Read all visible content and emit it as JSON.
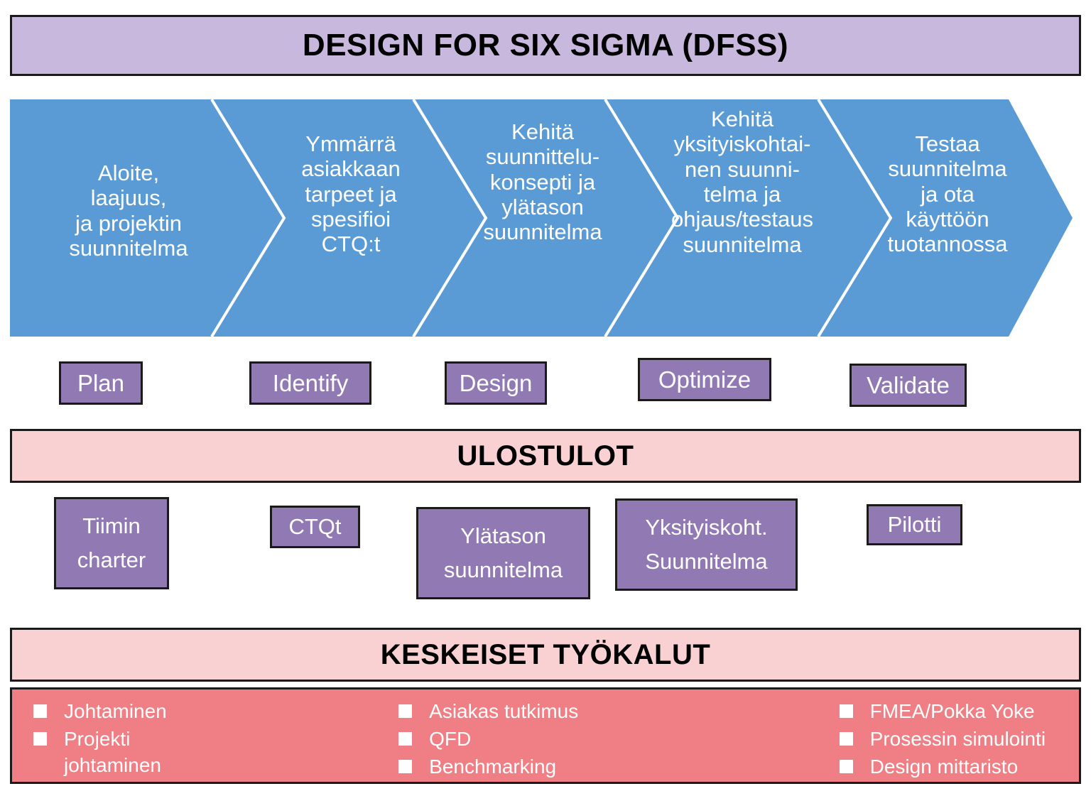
{
  "title_banner": {
    "text": "DESIGN FOR SIX SIGMA (DFSS)"
  },
  "process": {
    "steps": [
      {
        "text": "Aloite,\nlaajuus,\nja projektin\nsuunnitelma"
      },
      {
        "text": "Ymmärrä\nasiakkaan\ntarpeet ja\nspesifioi\nCTQ:t"
      },
      {
        "text": "Kehitä\nsuunnittelu-\nkonsepti ja\nylätason\nsuunnitelma"
      },
      {
        "text": "Kehitä\nyksityiskohtai-\nnen suunni-\ntelma ja\nohjaus/testaus\nsuunnitelma"
      },
      {
        "text": "Testaa\nsuunnitelma\nja ota\nkäyttöön\ntuotannossa"
      }
    ]
  },
  "phases": [
    {
      "label": "Plan"
    },
    {
      "label": "Identify"
    },
    {
      "label": "Design"
    },
    {
      "label": "Optimize"
    },
    {
      "label": "Validate"
    }
  ],
  "outputs_banner": {
    "text": "ULOSTULOT"
  },
  "outputs": [
    {
      "label": "Tiimin\ncharter"
    },
    {
      "label": "CTQt"
    },
    {
      "label": "Ylätason\nsuunnitelma"
    },
    {
      "label": "Yksityiskoht.\nSuunnitelma"
    },
    {
      "label": "Pilotti"
    }
  ],
  "tools_banner": {
    "text": "KESKEISET TYÖKALUT"
  },
  "tools_columns": [
    {
      "items": [
        {
          "label": "Johtaminen"
        },
        {
          "label": "Projekti\njohtaminen"
        }
      ]
    },
    {
      "items": [
        {
          "label": "Asiakas tutkimus"
        },
        {
          "label": "QFD"
        },
        {
          "label": "Benchmarking"
        }
      ]
    },
    {
      "items": [
        {
          "label": "FMEA/Pokka Yoke"
        },
        {
          "label": "Prosessin simulointi"
        },
        {
          "label": "Design mittaristo"
        }
      ]
    }
  ],
  "colors": {
    "title_band": "#c9b8dd",
    "chevron_blue": "#5b9bd5",
    "box_purple": "#9179b4",
    "section_band_pink": "#fad1d3",
    "tools_panel_red": "#ef7f84",
    "outline": "#1a1a1a",
    "text_on_fill": "#ffffff"
  }
}
